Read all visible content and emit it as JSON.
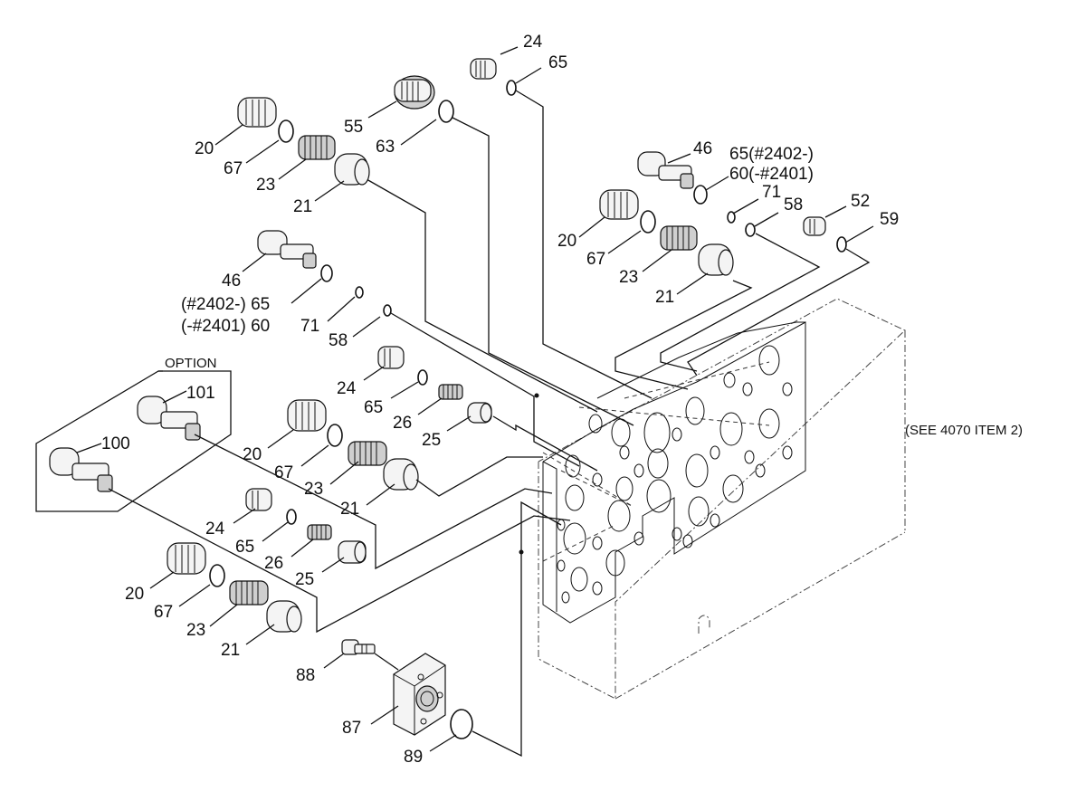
{
  "labels": {
    "l24a": "24",
    "l65a": "65",
    "l55": "55",
    "l63": "63",
    "l20a": "20",
    "l67a": "67",
    "l23a": "23",
    "l21a": "21",
    "l46a": "46",
    "l65c": "(#2402-) 65",
    "l60a": "(-#2401) 60",
    "l71a": "71",
    "l58a": "58",
    "l46b": "46",
    "l65b": "65(#2402-)",
    "l60b": "60(-#2401)",
    "l71b": "71",
    "l58b": "58",
    "l52": "52",
    "l59": "59",
    "l20b": "20",
    "l67b": "67",
    "l23b": "23",
    "l21b": "21",
    "option": "OPTION",
    "l101": "101",
    "l100": "100",
    "l24b": "24",
    "l65d": "65",
    "l26a": "26",
    "l25a": "25",
    "l20c": "20",
    "l67c": "67",
    "l23c": "23",
    "l21c": "21",
    "l24c": "24",
    "l65e": "65",
    "l26b": "26",
    "l25b": "25",
    "l20d": "20",
    "l67d": "67",
    "l23d": "23",
    "l21d": "21",
    "l88": "88",
    "l87": "87",
    "l89": "89",
    "see_ref": "(SEE 4070 ITEM 2)"
  },
  "icons": [
    "plug-icon",
    "o-ring-icon",
    "spring-icon",
    "spool-icon",
    "flange-icon",
    "bolt-icon",
    "valve-block-icon"
  ]
}
